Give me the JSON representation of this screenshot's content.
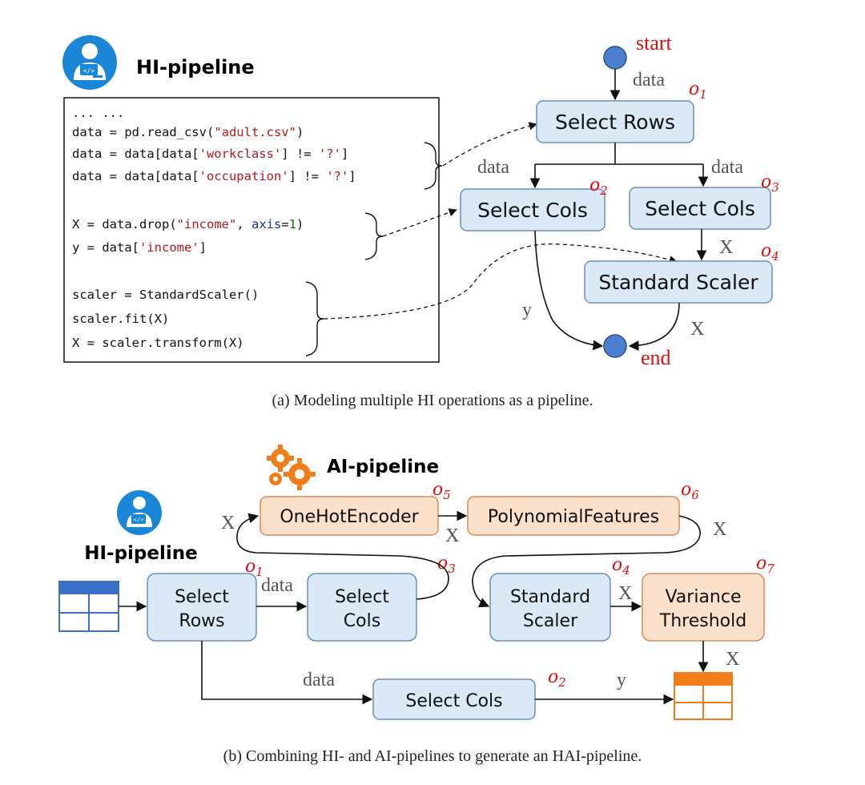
{
  "part_a": {
    "title": "HI-pipeline",
    "code": {
      "ellipsis": "... ...",
      "line1": {
        "a": "data = pd.read_csv(",
        "s": "\"adult.csv\"",
        "b": ")"
      },
      "line2": {
        "a": "data = data[data[",
        "s1": "'workclass'",
        "b": "] != ",
        "s2": "'?'",
        "c": "]"
      },
      "line3": {
        "a": "data = data[data[",
        "s1": "'occupation'",
        "b": "] != ",
        "s2": "'?'",
        "c": "]"
      },
      "line4": {
        "a": "X = data.drop(",
        "s": "\"income\"",
        "b": ", ",
        "arg": "axis",
        "eq": "=",
        "num": "1",
        "c": ")"
      },
      "line5": {
        "a": "y = data[",
        "s": "'income'",
        "b": "]"
      },
      "line6": "scaler = StandardScaler()",
      "line7": "scaler.fit(X)",
      "line8": "X = scaler.transform(X)"
    },
    "graph": {
      "start": "start",
      "end": "end",
      "nodes": {
        "select_rows": "Select Rows",
        "select_cols_1": "Select Cols",
        "select_cols_2": "Select Cols",
        "standard_scaler": "Standard Scaler"
      },
      "op_labels": {
        "o1": "o",
        "o1_sub": "1",
        "o2": "o",
        "o2_sub": "2",
        "o3": "o",
        "o3_sub": "3",
        "o4": "o",
        "o4_sub": "4"
      },
      "edge_labels": {
        "data_top": "data",
        "data_left": "data",
        "data_right": "data",
        "x_mid": "X",
        "y_left": "y",
        "x_bottom": "X"
      }
    },
    "caption": "(a)  Modeling multiple HI operations as a pipeline."
  },
  "part_b": {
    "ai_title": "AI-pipeline",
    "hi_title": "HI-pipeline",
    "nodes": {
      "onehot": "OneHotEncoder",
      "poly": "PolynomialFeatures",
      "select_rows_l1": "Select",
      "select_rows_l2": "Rows",
      "select_cols_l1": "Select",
      "select_cols_l2": "Cols",
      "std_l1": "Standard",
      "std_l2": "Scaler",
      "var_l1": "Variance",
      "var_l2": "Threshold",
      "select_cols_bottom": "Select Cols"
    },
    "op_labels": {
      "o5": "5",
      "o6": "6",
      "o1": "1",
      "o3": "3",
      "o4": "4",
      "o7": "7",
      "o2": "2",
      "letter": "o"
    },
    "edge_labels": {
      "x1": "X",
      "x2": "X",
      "x3": "X",
      "data1": "data",
      "x4": "X",
      "x5": "X",
      "data2": "data",
      "y": "y"
    },
    "caption": "(b)  Combining HI- and AI-pipelines to generate an HAI-pipeline."
  },
  "colors": {
    "blue_fill": "#dbe8f5",
    "blue_stroke": "#6a8fb5",
    "orange_fill": "#fbe0cc",
    "orange_stroke": "#e0885a",
    "table_blue": "#3a6fc4",
    "table_orange": "#f07c1c",
    "circle_blue": "#4e7fcf",
    "gear_orange": "#f07c1c",
    "red": "#e01010"
  },
  "icons": [
    "developer-avatar-icon",
    "gears-icon",
    "table-icon"
  ]
}
